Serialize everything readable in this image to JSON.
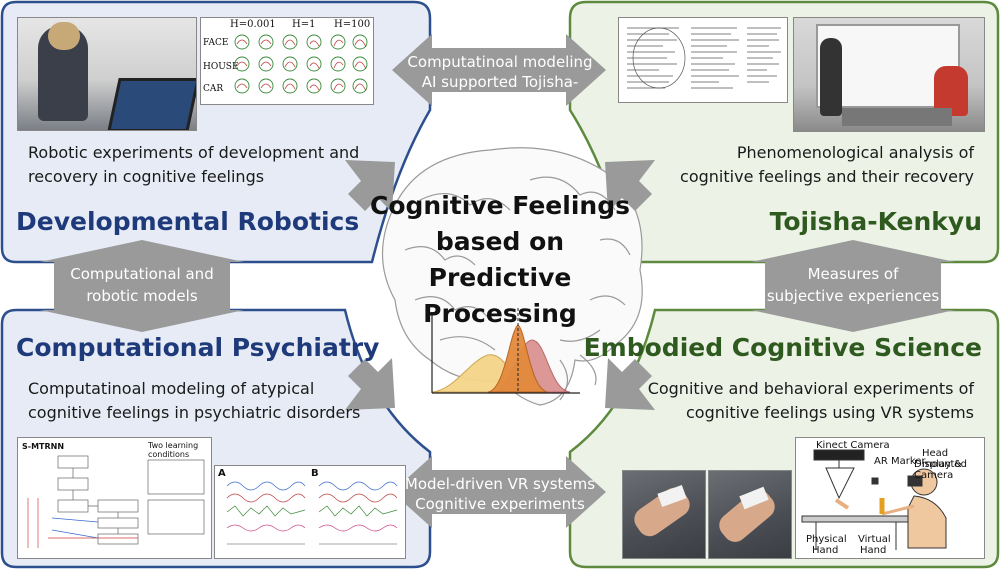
{
  "center": {
    "title_line1": "Cognitive Feelings",
    "title_line2": "based on",
    "title_line3": "Predictive Processing"
  },
  "quadrants": {
    "developmental_robotics": {
      "title": "Developmental Robotics",
      "desc_line1": "Robotic experiments of development and",
      "desc_line2": "recovery in cognitive feelings",
      "plot": {
        "col_headers": [
          "H=0.001",
          "H=1",
          "H=100"
        ],
        "row_labels": [
          "FACE",
          "HOUSE",
          "CAR"
        ]
      }
    },
    "tojisha_kenkyu": {
      "title": "Tojisha-Kenkyu",
      "desc_line1": "Phenomenological analysis of",
      "desc_line2": "cognitive feelings and their recovery"
    },
    "computational_psychiatry": {
      "title": "Computational Psychiatry",
      "desc_line1": "Computatinoal modeling of atypical",
      "desc_line2": "cognitive feelings in psychiatric disorders",
      "fig": {
        "model_name": "S-MTRNN",
        "right_title": "Two learning conditions",
        "panel_a": "A",
        "panel_b": "B"
      }
    },
    "embodied_cognitive_science": {
      "title": "Embodied Cognitive Science",
      "desc_line1": "Cognitive and behavioral experiments of",
      "desc_line2": "cognitive feelings using VR systems",
      "setup": {
        "kinect": "Kinect Camera",
        "ar_marker": "AR Marker",
        "hmd_line1": "Head mounted",
        "hmd_line2": "Display & Camera",
        "physical_line1": "Physical",
        "physical_line2": "Hand",
        "virtual_line1": "Virtual",
        "virtual_line2": "Hand"
      }
    }
  },
  "arrows": {
    "top_line1": "Computatinoal modeling",
    "top_line2": "AI supported Tojisha-kenkyu",
    "left_line1": "Computational and",
    "left_line2": "robotic models",
    "right_line1": "Measures of",
    "right_line2": "subjective experiences",
    "bottom_line1": "Model-driven VR systems",
    "bottom_line2": "Cognitive experiments"
  },
  "colors": {
    "blue_border": "#2d4f8e",
    "blue_fill": "#e6ebf5",
    "green_border": "#5d8a3e",
    "green_fill": "#ecf3e6",
    "arrow_gray": "#9a9a9a"
  }
}
